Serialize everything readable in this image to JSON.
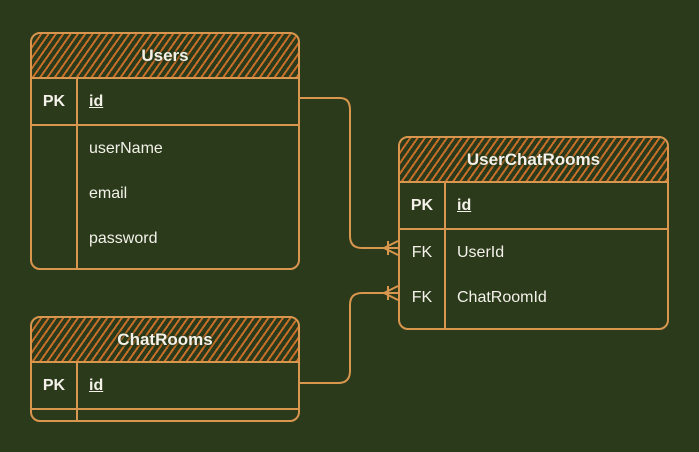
{
  "colors": {
    "background": "#2a3a1a",
    "stroke": "#d9964e",
    "hatch": "#c76f28",
    "text": "#f4f1ea"
  },
  "tables": {
    "users": {
      "title": "Users",
      "pk_label": "PK",
      "pk_field": "id",
      "fields": [
        "userName",
        "email",
        "password"
      ]
    },
    "userchatrooms": {
      "title": "UserChatRooms",
      "pk_label": "PK",
      "pk_field": "id",
      "fk_label": "FK",
      "fields": [
        "UserId",
        "ChatRoomId"
      ]
    },
    "chatrooms": {
      "title": "ChatRooms",
      "pk_label": "PK",
      "pk_field": "id"
    }
  },
  "relationships": [
    {
      "from": "Users.id",
      "to": "UserChatRooms.UserId",
      "end": "one-or-many"
    },
    {
      "from": "ChatRooms.id",
      "to": "UserChatRooms.ChatRoomId",
      "end": "one-or-many"
    }
  ]
}
